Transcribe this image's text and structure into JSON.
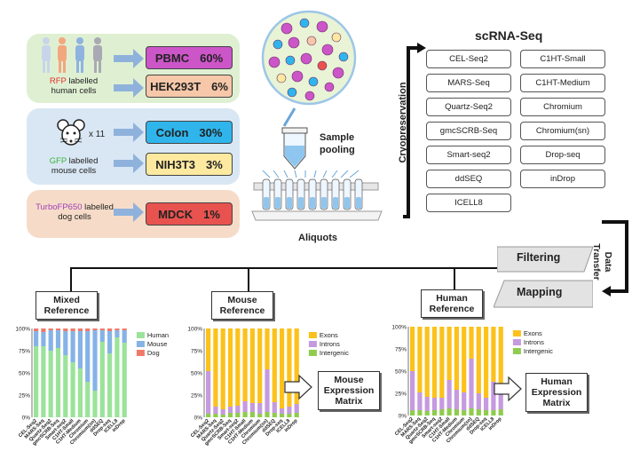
{
  "samples": {
    "pbmc": {
      "name": "PBMC",
      "pct": "60%",
      "color": "#cc55c8"
    },
    "hek": {
      "name": "HEK293T",
      "pct": "6%",
      "color": "#f6c7a8"
    },
    "colon": {
      "name": "Colon",
      "pct": "30%",
      "color": "#2fb5ec"
    },
    "nih": {
      "name": "NIH3T3",
      "pct": "3%",
      "color": "#fde9a0"
    },
    "mdck": {
      "name": "MDCK",
      "pct": "1%",
      "color": "#e8534f"
    }
  },
  "labels": {
    "rfp": "RFP",
    "rfp_rest1": " labelled",
    "rfp_rest2": "human cells",
    "x11": "x 11",
    "gfp": "GFP",
    "gfp_rest1": " labelled",
    "gfp_rest2": "mouse cells",
    "turbo": "TurboFP650",
    "turbo_rest1": " labelled",
    "turbo_rest2": "dog cells",
    "sample": "Sample",
    "pooling": "pooling",
    "aliquots": "Aliquots",
    "cryo": "Cryopreservation",
    "scrna": "scRNA-Seq",
    "data": "Data",
    "transfer": "Transfer",
    "filtering": "Filtering",
    "mapping": "Mapping"
  },
  "technologies": {
    "left": [
      "CEL-Seq2",
      "MARS-Seq",
      "Quartz-Seq2",
      "gmcSCRB-Seq",
      "Smart-seq2",
      "ddSEQ",
      "ICELL8"
    ],
    "right": [
      "C1HT-Small",
      "C1HT-Medium",
      "Chromium",
      "Chromium(sn)",
      "Drop-seq",
      "inDrop"
    ]
  },
  "references": {
    "mixed": {
      "line1": "Mixed",
      "line2": "Reference"
    },
    "mouse": {
      "line1": "Mouse",
      "line2": "Reference"
    },
    "human": {
      "line1": "Human",
      "line2": "Reference"
    }
  },
  "matrices": {
    "mouse": {
      "line1": "Mouse",
      "line2": "Expression",
      "line3": "Matrix"
    },
    "human": {
      "line1": "Human",
      "line2": "Expression",
      "line3": "Matrix"
    }
  },
  "chart_data": [
    {
      "type": "bar",
      "stacked": true,
      "categories": [
        "CEL-Seq2",
        "MARS-Seq",
        "Quartz-Seq2",
        "gmcSCRB-Seq",
        "Smart-seq2",
        "C1HT-Small",
        "C1HT-Medium",
        "Chromium",
        "Chromium(sn)",
        "ddSEQ",
        "Drop-seq",
        "ICELL8",
        "inDrop"
      ],
      "series": [
        {
          "name": "Human",
          "color": "#9be39a",
          "values": [
            80,
            80,
            75,
            78,
            70,
            62,
            55,
            40,
            30,
            85,
            72,
            90,
            84
          ]
        },
        {
          "name": "Mouse",
          "color": "#86b3e6",
          "values": [
            17,
            16,
            23,
            20,
            27,
            35,
            42,
            57,
            68,
            13,
            25,
            8,
            14
          ]
        },
        {
          "name": "Dog",
          "color": "#ef7a6a",
          "values": [
            3,
            4,
            2,
            2,
            3,
            3,
            3,
            3,
            2,
            2,
            3,
            2,
            2
          ]
        }
      ],
      "yticks": [
        "100%",
        "75%",
        "50%",
        "25%",
        "0%"
      ],
      "ylim": [
        0,
        100
      ],
      "legend": "right"
    },
    {
      "type": "bar",
      "stacked": true,
      "categories": [
        "CEL-Seq2",
        "MARS-Seq",
        "Quartz-Seq2",
        "gmcSCRB-Seq",
        "Smart-seq2",
        "C1HT-Small",
        "C1HT-Medium",
        "Chromium",
        "Chromium(sn)",
        "ddSEQ",
        "Drop-seq",
        "ICELL8",
        "inDrop"
      ],
      "series": [
        {
          "name": "Intergenic",
          "color": "#8fcc4e",
          "values": [
            4,
            4,
            3,
            5,
            5,
            6,
            6,
            4,
            6,
            5,
            4,
            4,
            5
          ]
        },
        {
          "name": "Introns",
          "color": "#c59adf",
          "values": [
            48,
            8,
            6,
            7,
            8,
            12,
            10,
            12,
            48,
            12,
            6,
            8,
            10
          ]
        },
        {
          "name": "Exons",
          "color": "#fcc21b",
          "values": [
            48,
            88,
            91,
            88,
            87,
            82,
            84,
            84,
            46,
            83,
            90,
            88,
            85
          ]
        }
      ],
      "yticks": [
        "100%",
        "75%",
        "50%",
        "25%",
        "0%"
      ],
      "ylim": [
        0,
        100
      ],
      "legend": "right"
    },
    {
      "type": "bar",
      "stacked": true,
      "categories": [
        "CEL-Seq2",
        "MARS-Seq",
        "Quartz-Seq2",
        "gmcSCRB-Seq",
        "Smart-seq2",
        "C1HT-Small",
        "C1HT-Medium",
        "Chromium",
        "Chromium(sn)",
        "ddSEQ",
        "Drop-seq",
        "ICELL8",
        "inDrop"
      ],
      "series": [
        {
          "name": "Intergenic",
          "color": "#8fcc4e",
          "values": [
            6,
            6,
            5,
            6,
            7,
            8,
            7,
            6,
            8,
            7,
            6,
            6,
            7
          ]
        },
        {
          "name": "Introns",
          "color": "#c59adf",
          "values": [
            44,
            20,
            16,
            14,
            13,
            32,
            22,
            20,
            56,
            18,
            14,
            32,
            20
          ]
        },
        {
          "name": "Exons",
          "color": "#fcc21b",
          "values": [
            50,
            74,
            79,
            80,
            80,
            60,
            71,
            74,
            36,
            75,
            80,
            62,
            73
          ]
        }
      ],
      "yticks": [
        "100%",
        "75%",
        "50%",
        "25%",
        "0%"
      ],
      "ylim": [
        0,
        100
      ],
      "legend": "right"
    }
  ]
}
